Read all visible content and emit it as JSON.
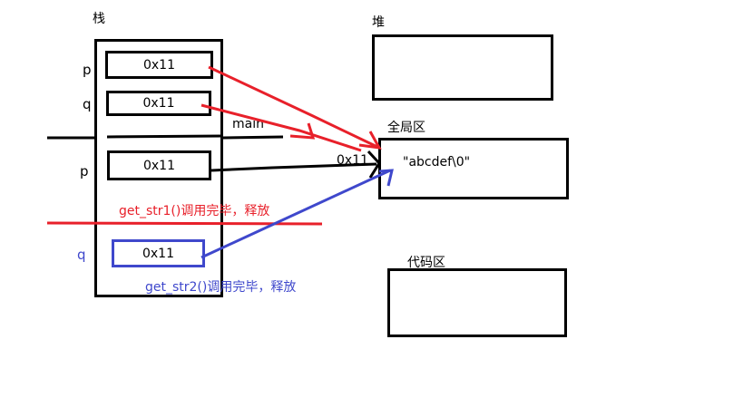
{
  "regions": {
    "stack": "栈",
    "heap": "堆",
    "global": "全局区",
    "code": "代码区"
  },
  "stack_frames": {
    "main": {
      "label": "main",
      "vars": [
        {
          "name": "p",
          "value": "0x11"
        },
        {
          "name": "q",
          "value": "0x11"
        }
      ]
    },
    "get_str1": {
      "var": {
        "name": "p",
        "value": "0x11"
      },
      "note": "get_str1()调用完毕，释放"
    },
    "get_str2": {
      "var": {
        "name": "q",
        "value": "0x11"
      },
      "note": "get_str2()调用完毕，释放"
    }
  },
  "global_area": {
    "content": "\"abcdef\\0\"",
    "address": "0x11"
  },
  "colors": {
    "red": "#e8202a",
    "blue": "#3f48cc",
    "black": "#000000"
  }
}
